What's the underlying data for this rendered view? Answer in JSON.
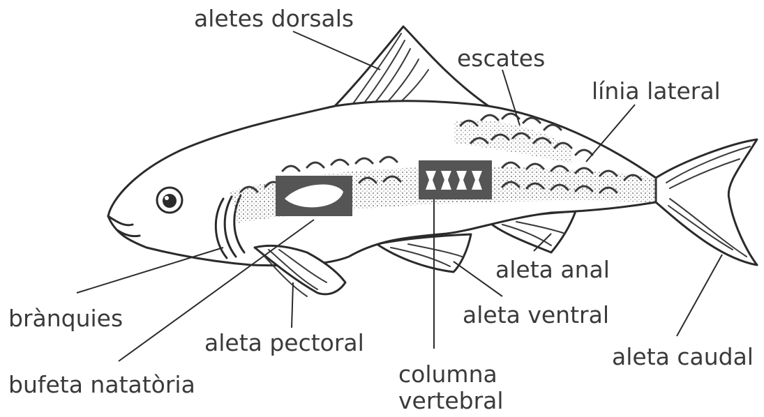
{
  "labels": {
    "dorsal_fins": "aletes dorsals",
    "scales": "escates",
    "lateral_line": "línia lateral",
    "gills": "brànquies",
    "swim_bladder": "bufeta natatòria",
    "pectoral_fin": "aleta pectoral",
    "vertebral_column_1": "columna",
    "vertebral_column_2": "vertebral",
    "ventral_fin": "aleta ventral",
    "anal_fin": "aleta anal",
    "caudal_fin": "aleta caudal"
  },
  "colors": {
    "ink": "#2b2b2b",
    "text": "#3a3a3a",
    "box": "#555555"
  }
}
